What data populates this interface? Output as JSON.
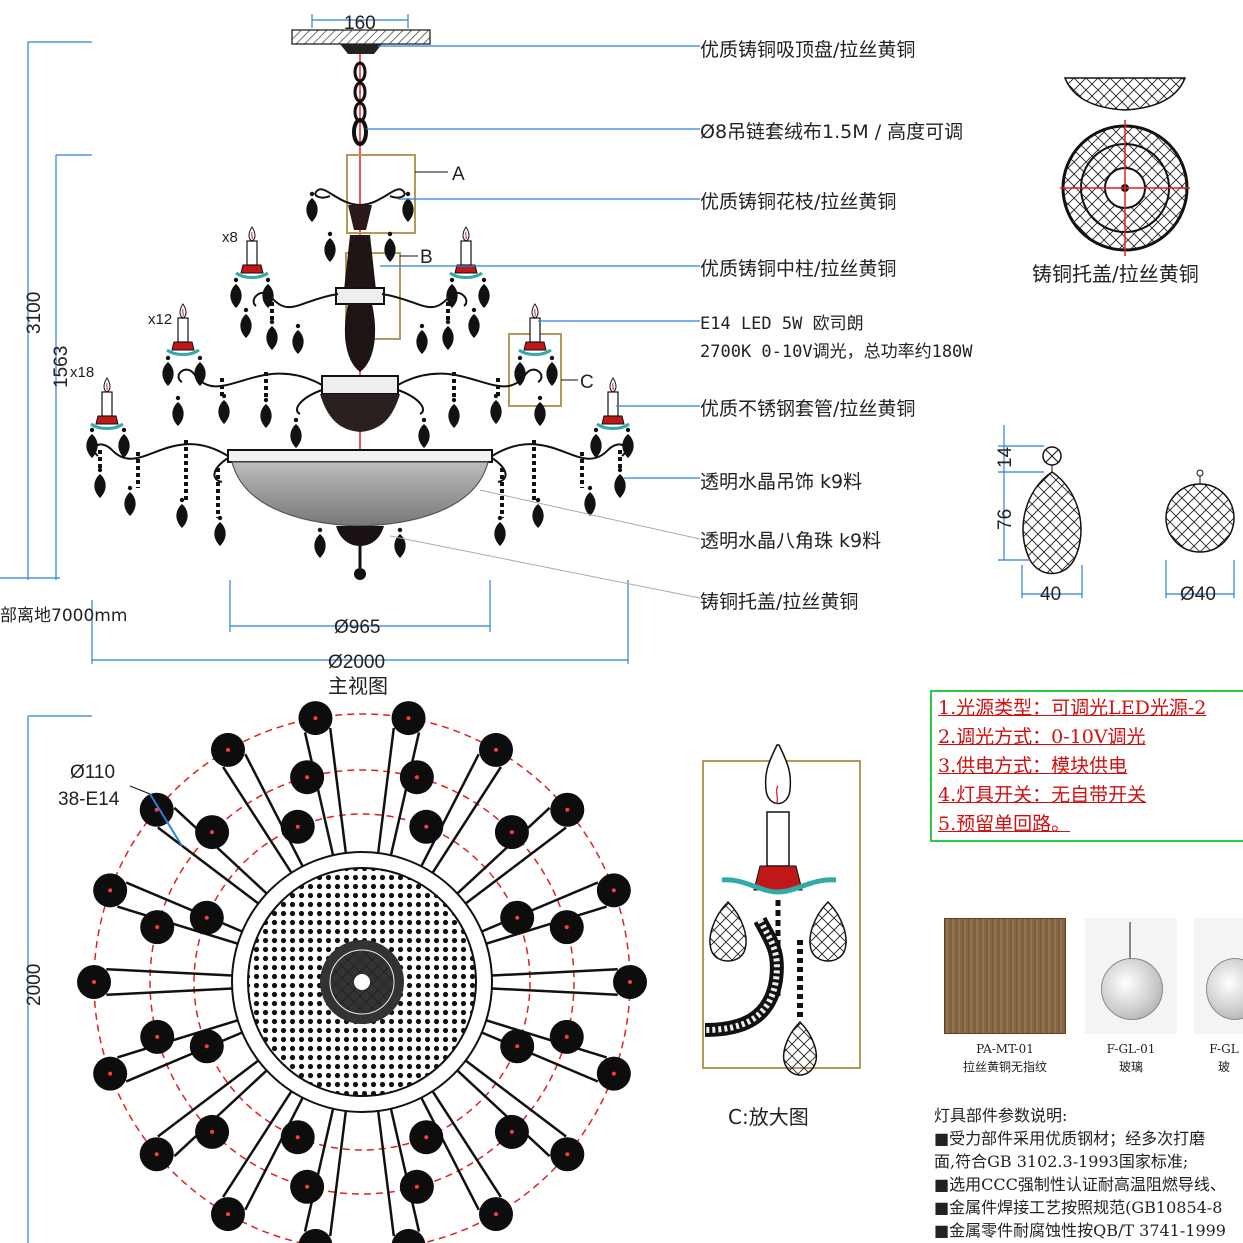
{
  "dimensions": {
    "top_plate_width": "160",
    "total_height": "3100",
    "body_height": "1563",
    "bowl_diameter": "Ø965",
    "overall_diameter": "Ø2000",
    "plan_diameter": "2000",
    "lamp_head_diameter": "Ø110",
    "lamp_count": "38-E14",
    "crystal_drop_height_top": "14",
    "crystal_drop_height": "76",
    "crystal_drop_width": "40",
    "crystal_ball_diameter": "Ø40",
    "floor_clearance": "部离地7000mm"
  },
  "tier_counts": {
    "top": "x8",
    "middle": "x12",
    "bottom": "x18"
  },
  "detail_markers": {
    "a": "A",
    "b": "B",
    "c": "C"
  },
  "callouts": [
    "优质铸铜吸顶盘/拉丝黄铜",
    "Ø8吊链套绒布1.5M / 高度可调",
    "优质铸铜花枝/拉丝黄铜",
    "优质铸铜中柱/拉丝黄铜",
    "E14 LED 5W 欧司朗",
    "2700K 0-10V调光，总功率约180W",
    "优质不锈钢套管/拉丝黄铜",
    "透明水晶吊饰 k9料",
    "透明水晶八角珠 k9料",
    "铸铜托盖/拉丝黄铜"
  ],
  "captions": {
    "front_view": "主视图",
    "canopy_detail": "铸铜托盖/拉丝黄铜",
    "enlarged_view": "C:放大图"
  },
  "specs": [
    "1.光源类型：可调光LED光源-2",
    "2.调光方式：0-10V调光",
    "3.供电方式：模块供电",
    "4.灯具开关：无自带开关",
    "5.预留单回路。"
  ],
  "materials": [
    {
      "code": "PA-MT-01",
      "name": "拉丝黄铜无指纹"
    },
    {
      "code": "F-GL-01",
      "name": "玻璃"
    },
    {
      "code": "F-GL",
      "name": "玻"
    }
  ],
  "notes": {
    "title": "灯具部件参数说明:",
    "lines": [
      "■受力部件采用优质钢材；经多次打磨",
      "面,符合GB 3102.3-1993国家标准;",
      "■选用CCC强制性认证耐高温阻燃导线、",
      "■金属件焊接工艺按照规范(GB10854-8",
      "■金属零件耐腐蚀性按QB/T 3741-1999"
    ]
  },
  "colors": {
    "leader": "#2f7fdc",
    "spec_text": "#d01010",
    "spec_border": "#2ecc40",
    "brass": "#8a6a48",
    "red_trace": "#dd2222"
  }
}
